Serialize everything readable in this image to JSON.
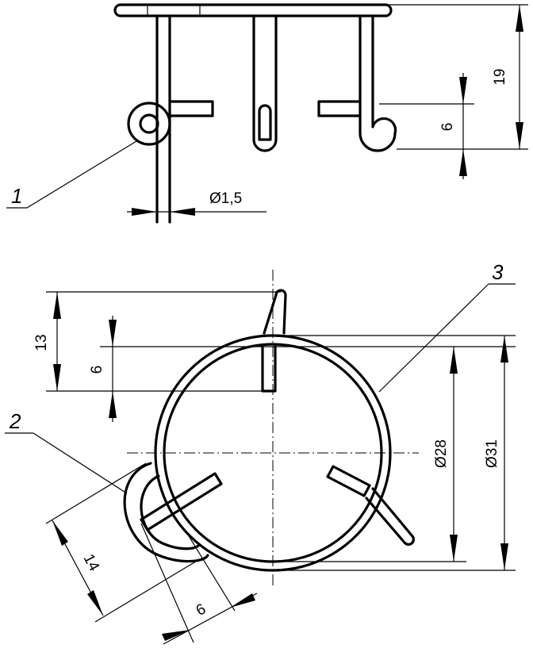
{
  "dimensions": {
    "height_overall": "19",
    "height_loop": "6",
    "wire_diameter": "Ø1,5",
    "tab_height": "13",
    "tab_6": "6",
    "inner_diameter": "Ø28",
    "outer_diameter": "Ø31",
    "loop_14": "14",
    "loop_6": "6"
  },
  "callouts": {
    "c1": "1",
    "c2": "2",
    "c3": "3"
  }
}
